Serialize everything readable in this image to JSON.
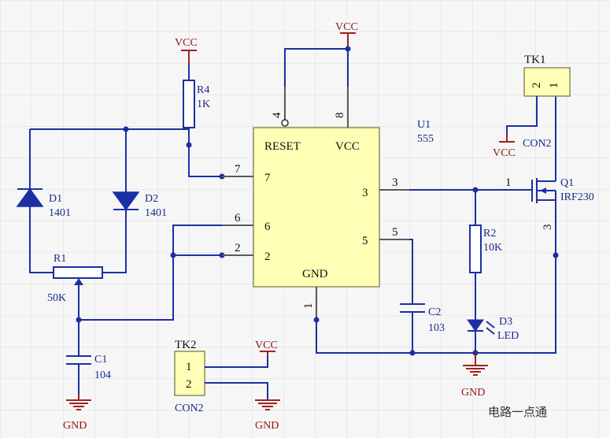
{
  "labels": {
    "vcc": "VCC",
    "gnd": "GND"
  },
  "chip": {
    "ref": "U1",
    "value": "555",
    "pin_reset": "RESET",
    "pin_vcc": "VCC",
    "pin_gnd": "GND",
    "pin_numbers": {
      "p1": "1",
      "p2": "2",
      "p3": "3",
      "p4": "4",
      "p5": "5",
      "p6": "6",
      "p7": "7",
      "p8": "8"
    }
  },
  "components": {
    "r4": {
      "ref": "R4",
      "value": "1K"
    },
    "r1": {
      "ref": "R1",
      "value": "50K"
    },
    "r2": {
      "ref": "R2",
      "value": "10K"
    },
    "d1": {
      "ref": "D1",
      "value": "1401"
    },
    "d2": {
      "ref": "D2",
      "value": "1401"
    },
    "d3": {
      "ref": "D3",
      "value": "LED"
    },
    "c1": {
      "ref": "C1",
      "value": "104"
    },
    "c2": {
      "ref": "C2",
      "value": "103"
    },
    "q1": {
      "ref": "Q1",
      "value": "IRF230",
      "pin1": "1",
      "pin3": "3"
    },
    "tk1": {
      "ref": "TK1",
      "value": "CON2",
      "pin_a": "2",
      "pin_b": "1"
    },
    "tk2": {
      "ref": "TK2",
      "value": "CON2",
      "pin_a": "1",
      "pin_b": "2"
    }
  },
  "net_labels": {
    "n3": "3",
    "n5": "5",
    "n6": "6",
    "n2": "2",
    "n7": "7"
  },
  "colors": {
    "wire": "#1b2fa5",
    "power": "#a02020",
    "chip_fill": "#ffffb5"
  },
  "watermark": "电路一点通"
}
